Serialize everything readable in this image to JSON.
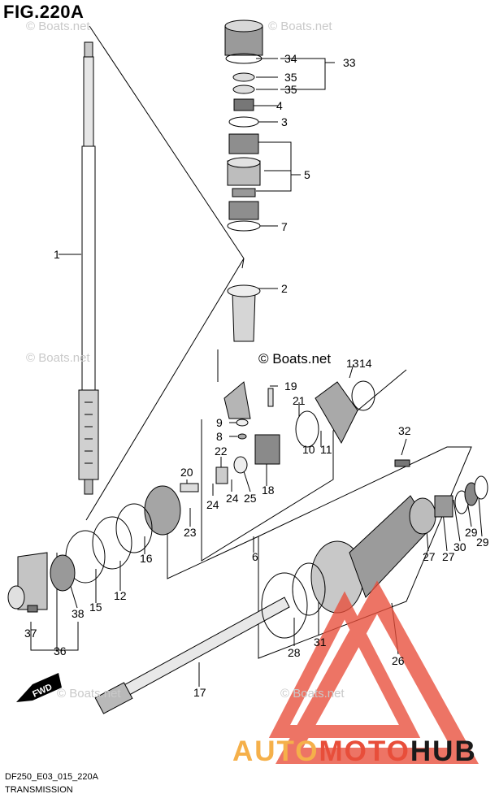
{
  "figure": {
    "title": "FIG.220A",
    "code": "DF250_E03_015_220A",
    "subtitle": "TRANSMISSION"
  },
  "watermark": {
    "repeated": "© Boats.net",
    "center": "© Boats.net"
  },
  "brand": {
    "part1": "AUTO",
    "part2": "MOTO",
    "part3": "HUB"
  },
  "colors": {
    "line": "#000000",
    "part_gray": "#8a8a8a",
    "logo_red": "#e84e3a",
    "logo_orange": "#f5b04a",
    "watermark": "#c9c9c9"
  },
  "callouts": [
    "1",
    "2",
    "3",
    "4",
    "5",
    "6",
    "7",
    "8",
    "9",
    "10",
    "11",
    "12",
    "13",
    "14",
    "15",
    "16",
    "17",
    "18",
    "19",
    "20",
    "21",
    "22",
    "23",
    "24",
    "24",
    "25",
    "26",
    "27",
    "27",
    "28",
    "29",
    "29",
    "30",
    "31",
    "32",
    "33",
    "34",
    "35",
    "35",
    "36",
    "37",
    "38"
  ],
  "fwd_icon": "FWD"
}
